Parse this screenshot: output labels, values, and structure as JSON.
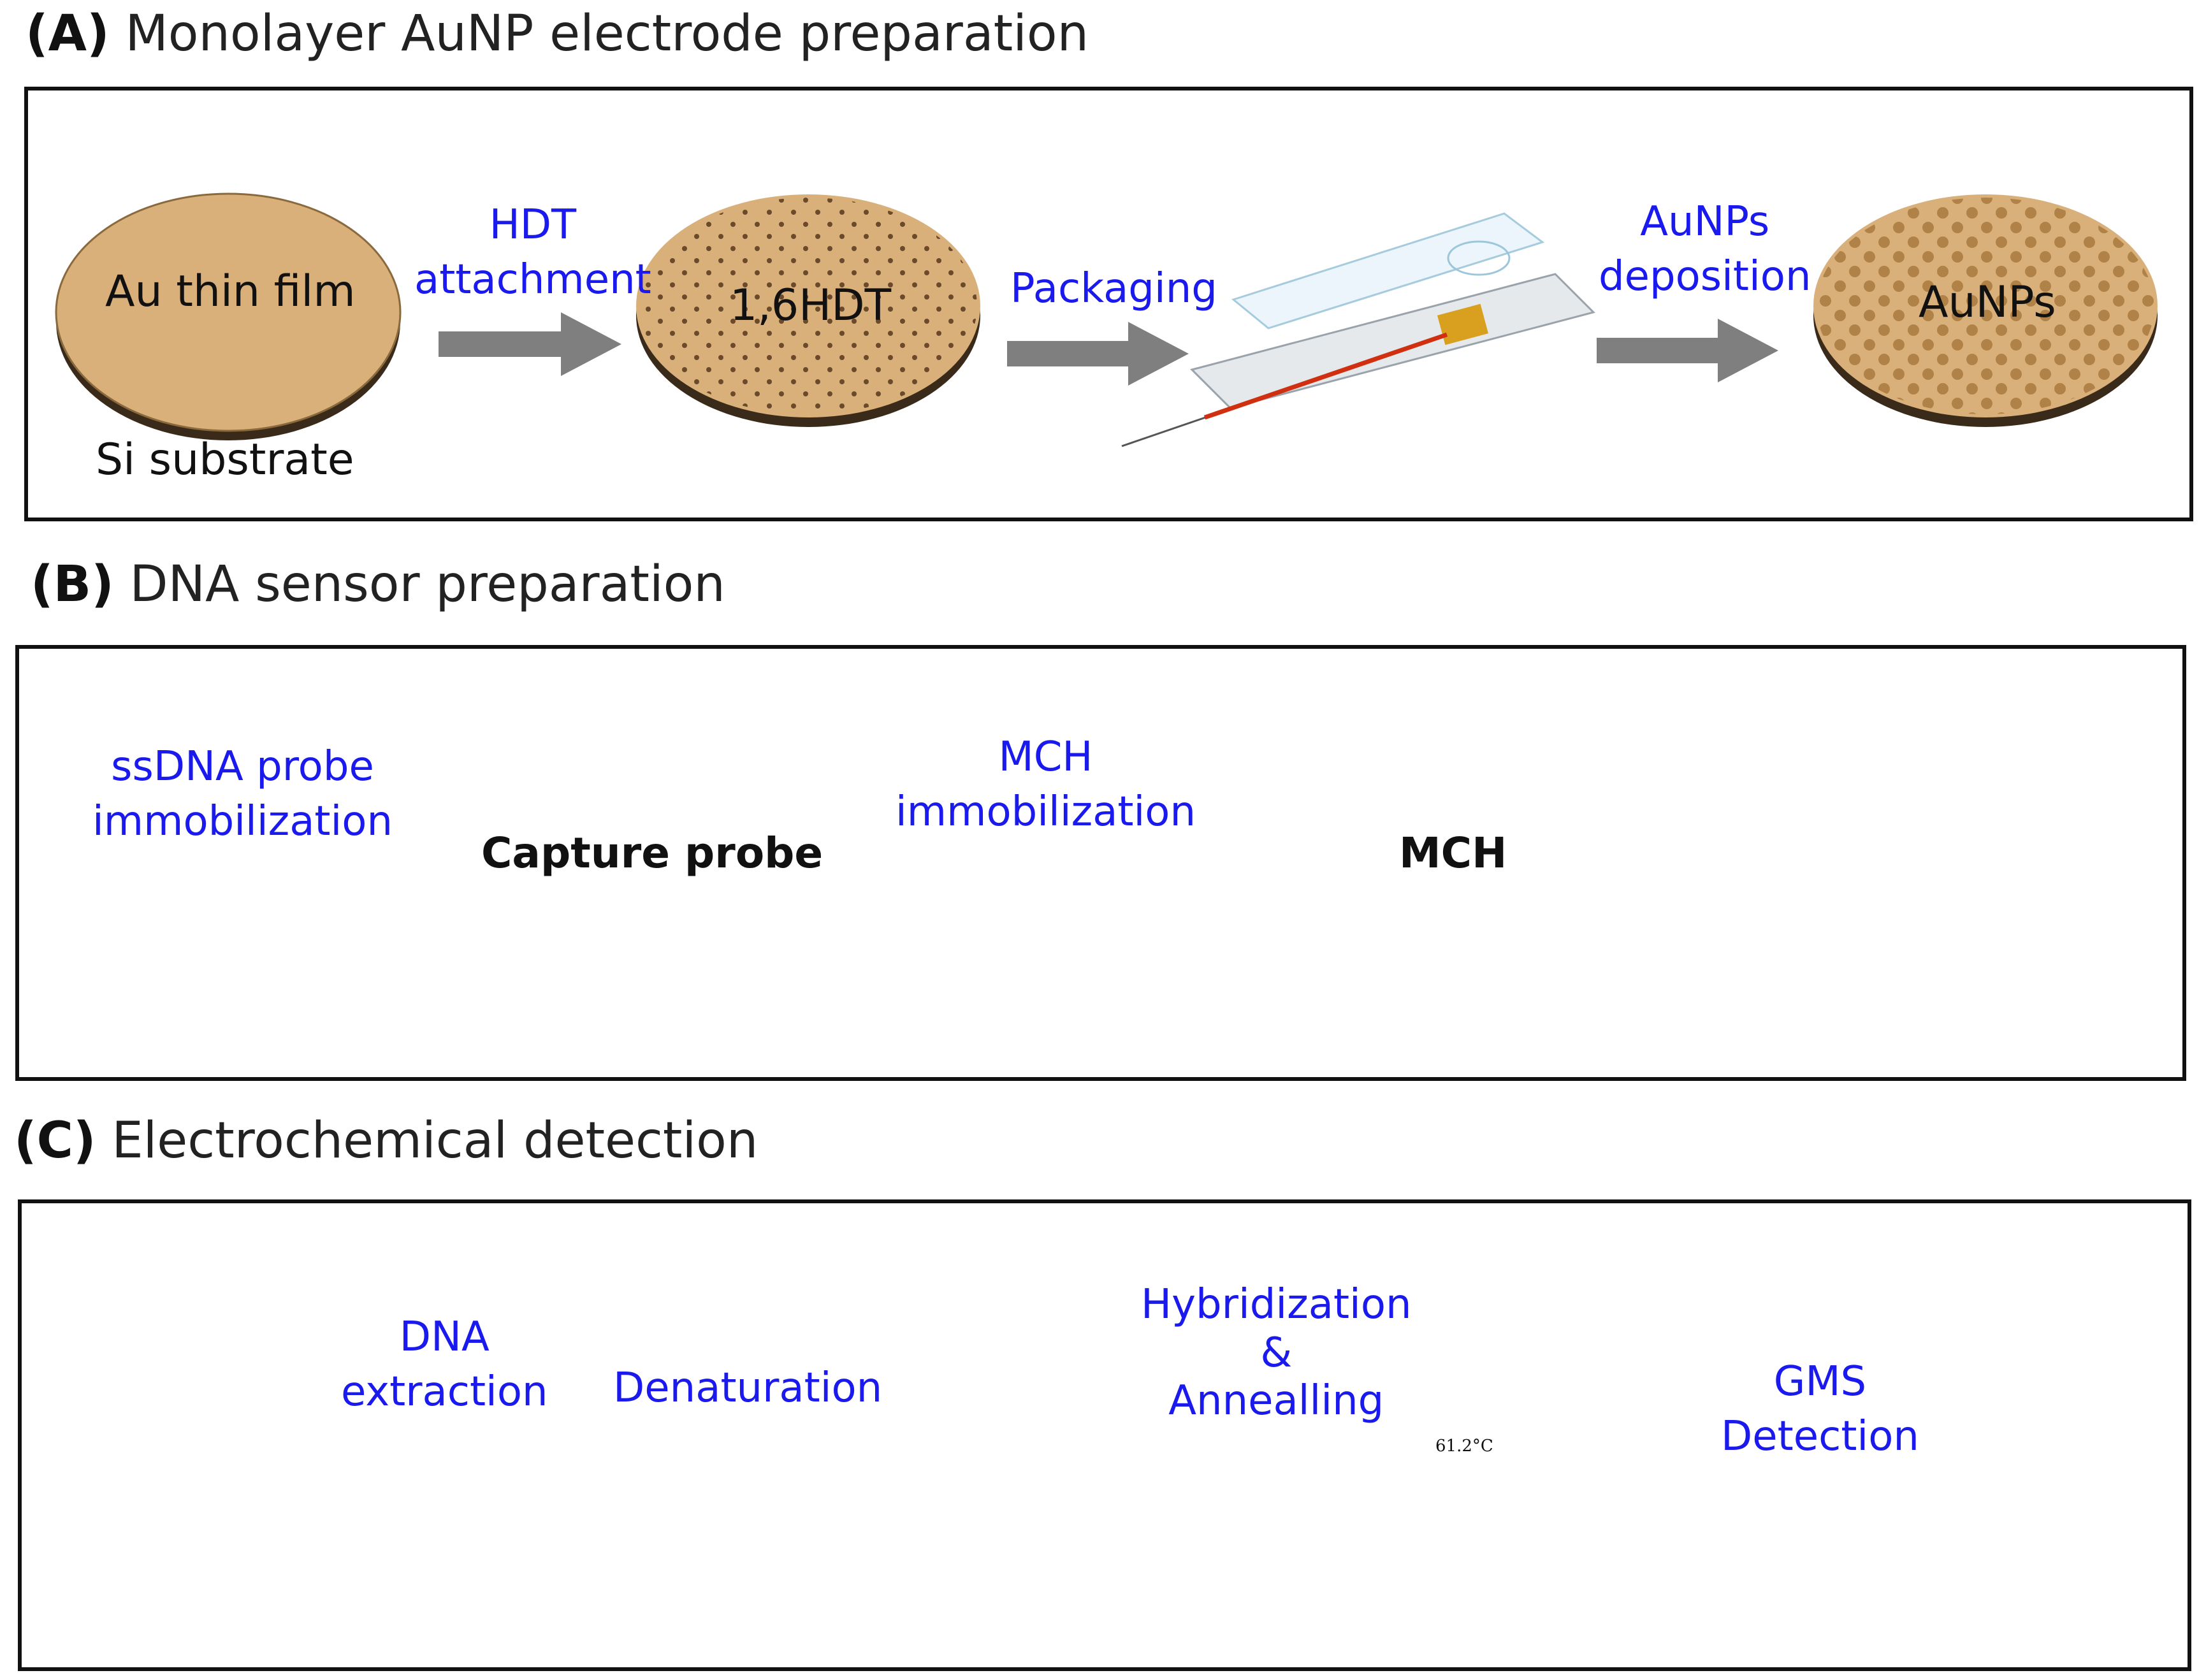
{
  "sections": {
    "a": {
      "tag": "(A)",
      "title": "Monolayer AuNP electrode preparation"
    },
    "b": {
      "tag": "(B)",
      "title": "DNA sensor preparation"
    },
    "c": {
      "tag": "(C)",
      "title": "Electrochemical detection"
    }
  },
  "panel_a": {
    "disc1_label": "Au thin film",
    "substrate_label": "Si substrate",
    "step1": [
      "HDT",
      "attachment"
    ],
    "disc2_label": "1,6HDT",
    "step2": "Packaging",
    "step3": [
      "AuNPs",
      "deposition"
    ],
    "disc3_label": "AuNPs"
  },
  "panel_b": {
    "step1": [
      "ssDNA probe",
      "immobilization"
    ],
    "disc1_label": "Capture probe",
    "step2": [
      "MCH",
      "immobilization"
    ],
    "disc2_label": "MCH"
  },
  "panel_c": {
    "step1": [
      "DNA",
      "extraction"
    ],
    "step2": "Denaturation",
    "step3": [
      "Hybridization",
      "&",
      "Annealling"
    ],
    "hotplate_display": "61.2°C",
    "step4": [
      "GMS",
      "Detection"
    ]
  },
  "colors": {
    "step_text": "#1a1aee",
    "arrow": "#7f7f7f",
    "disc": "#d9b07a"
  }
}
